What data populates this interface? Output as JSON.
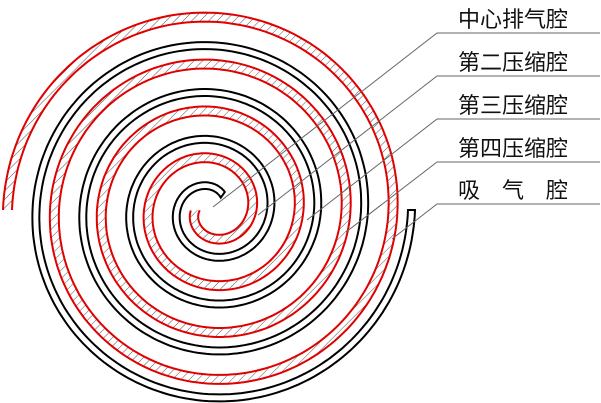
{
  "labels": [
    {
      "text": "中心排气腔"
    },
    {
      "text": "第二压缩腔"
    },
    {
      "text": "第三压缩腔"
    },
    {
      "text": "第四压缩腔"
    },
    {
      "text": "吸　气　腔"
    }
  ],
  "colors": {
    "fixed_scroll": "#e00000",
    "orbiting_scroll": "#000000",
    "hatch": "#555555",
    "leader": "#666666"
  }
}
